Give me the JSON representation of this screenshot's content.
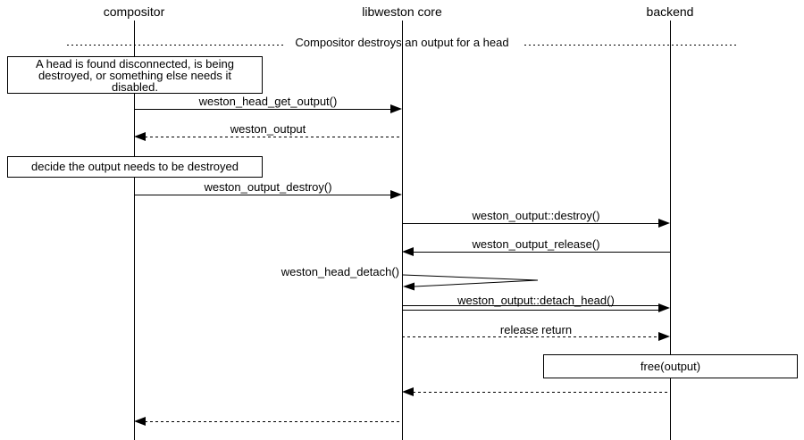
{
  "colors": {
    "line": "#000000",
    "background": "#ffffff"
  },
  "actors": [
    {
      "id": "compositor",
      "label": "compositor"
    },
    {
      "id": "libweston-core",
      "label": "libweston core"
    },
    {
      "id": "backend",
      "label": "backend"
    }
  ],
  "divider": {
    "label": "Compositor destroys an output for a head"
  },
  "notes": [
    {
      "over": "compositor",
      "lines": [
        "A head is found disconnected, is being",
        "destroyed, or something else needs it",
        "disabled."
      ]
    },
    {
      "over": "compositor",
      "lines": [
        "decide the output needs to be destroyed"
      ]
    },
    {
      "over": "backend",
      "lines": [
        "free(output)"
      ]
    }
  ],
  "messages": [
    {
      "label": "weston_head_get_output()",
      "from": "compositor",
      "to": "libweston core",
      "line": "solid"
    },
    {
      "label": "weston_output",
      "from": "libweston core",
      "to": "compositor",
      "line": "dotted"
    },
    {
      "label": "weston_output_destroy()",
      "from": "compositor",
      "to": "libweston core",
      "line": "solid"
    },
    {
      "label": "weston_output::destroy()",
      "from": "libweston core",
      "to": "backend",
      "line": "solid"
    },
    {
      "label": "weston_output_release()",
      "from": "backend",
      "to": "libweston core",
      "line": "solid"
    },
    {
      "label": "weston_head_detach()",
      "from": "libweston core",
      "to": "libweston core",
      "line": "self"
    },
    {
      "label": "weston_output::detach_head()",
      "from": "libweston core",
      "to": "backend",
      "line": "double"
    },
    {
      "label": "release return",
      "from": "libweston core",
      "to": "backend",
      "line": "dotted"
    },
    {
      "label": "",
      "from": "backend",
      "to": "libweston core",
      "line": "dotted"
    },
    {
      "label": "",
      "from": "libweston core",
      "to": "compositor",
      "line": "dotted"
    }
  ]
}
